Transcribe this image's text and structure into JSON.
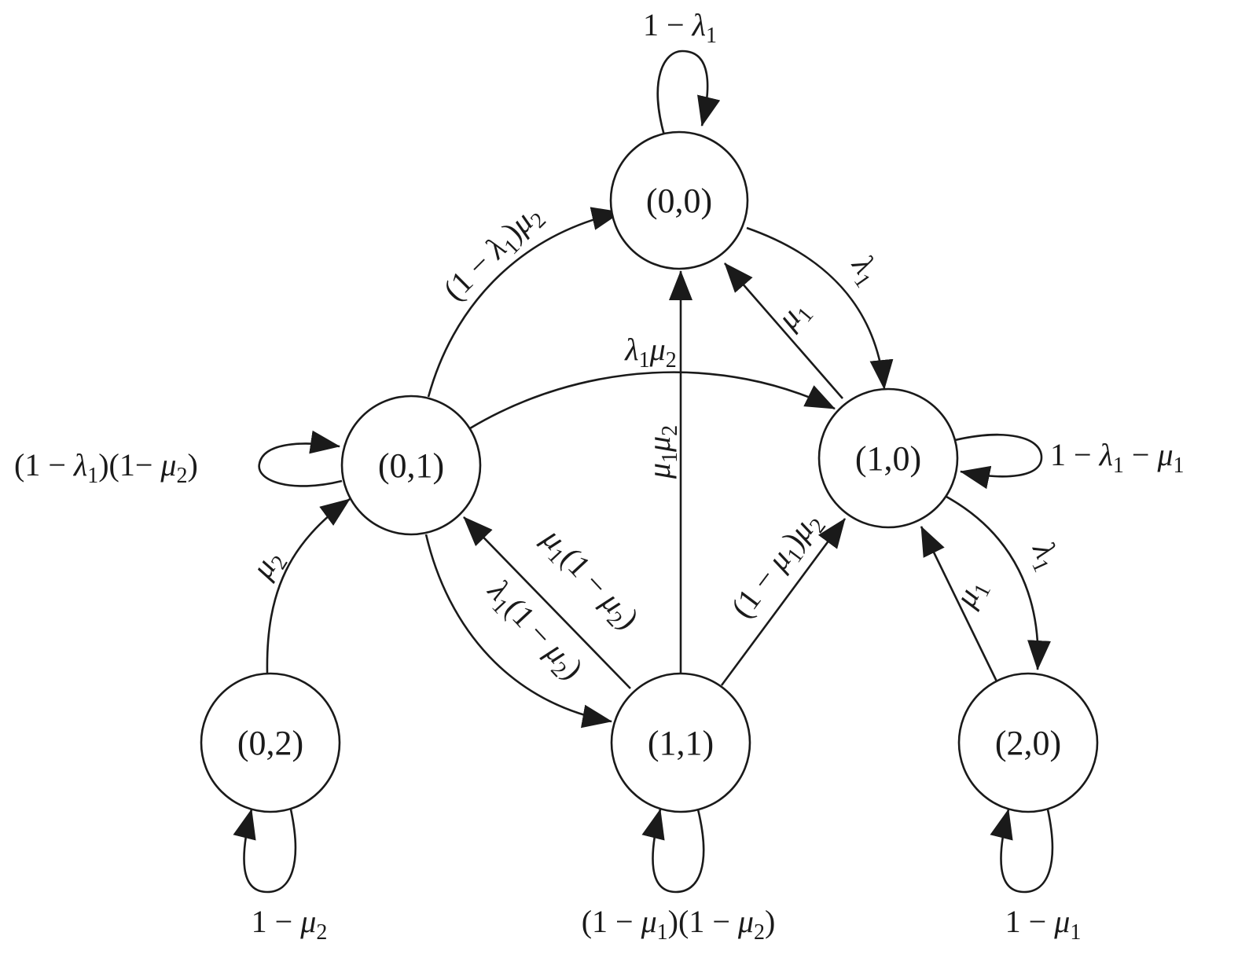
{
  "nodes": [
    {
      "id": "s00",
      "label": "(0,0)"
    },
    {
      "id": "s01",
      "label": "(0,1)"
    },
    {
      "id": "s10",
      "label": "(1,0)"
    },
    {
      "id": "s02",
      "label": "(0,2)"
    },
    {
      "id": "s11",
      "label": "(1,1)"
    },
    {
      "id": "s20",
      "label": "(2,0)"
    }
  ],
  "edges": [
    {
      "id": "loop00",
      "from": "(0,0)",
      "to": "(0,0)",
      "label": "1 − λ1"
    },
    {
      "id": "e01_00",
      "from": "(0,1)",
      "to": "(0,0)",
      "label": "(1 − λ1)μ2"
    },
    {
      "id": "e00_10",
      "from": "(0,0)",
      "to": "(1,0)",
      "label": "λ1"
    },
    {
      "id": "e10_00",
      "from": "(1,0)",
      "to": "(0,0)",
      "label": "μ1"
    },
    {
      "id": "e01_10",
      "from": "(0,1)",
      "to": "(1,0)",
      "label": "λ1μ2"
    },
    {
      "id": "e11_00",
      "from": "(1,1)",
      "to": "(0,0)",
      "label": "μ1μ2"
    },
    {
      "id": "loop01",
      "from": "(0,1)",
      "to": "(0,1)",
      "label": "(1 − λ1)(1− μ2)"
    },
    {
      "id": "loop10",
      "from": "(1,0)",
      "to": "(1,0)",
      "label": "1 − λ1 − μ1"
    },
    {
      "id": "e02_01",
      "from": "(0,2)",
      "to": "(0,1)",
      "label": "μ2"
    },
    {
      "id": "e11_01",
      "from": "(1,1)",
      "to": "(0,1)",
      "label": "μ1(1 − μ2)"
    },
    {
      "id": "e01_11",
      "from": "(0,1)",
      "to": "(1,1)",
      "label": "λ1(1 − μ2)"
    },
    {
      "id": "e11_10",
      "from": "(1,1)",
      "to": "(1,0)",
      "label": "(1 − μ1)μ2"
    },
    {
      "id": "e10_20",
      "from": "(1,0)",
      "to": "(2,0)",
      "label": "λ1"
    },
    {
      "id": "e20_10",
      "from": "(2,0)",
      "to": "(1,0)",
      "label": "μ1"
    },
    {
      "id": "loop02",
      "from": "(0,2)",
      "to": "(0,2)",
      "label": "1 − μ2"
    },
    {
      "id": "loop11",
      "from": "(1,1)",
      "to": "(1,1)",
      "label": "(1 − μ1)(1 − μ2)"
    },
    {
      "id": "loop20",
      "from": "(2,0)",
      "to": "(2,0)",
      "label": "1 − μ1"
    }
  ]
}
